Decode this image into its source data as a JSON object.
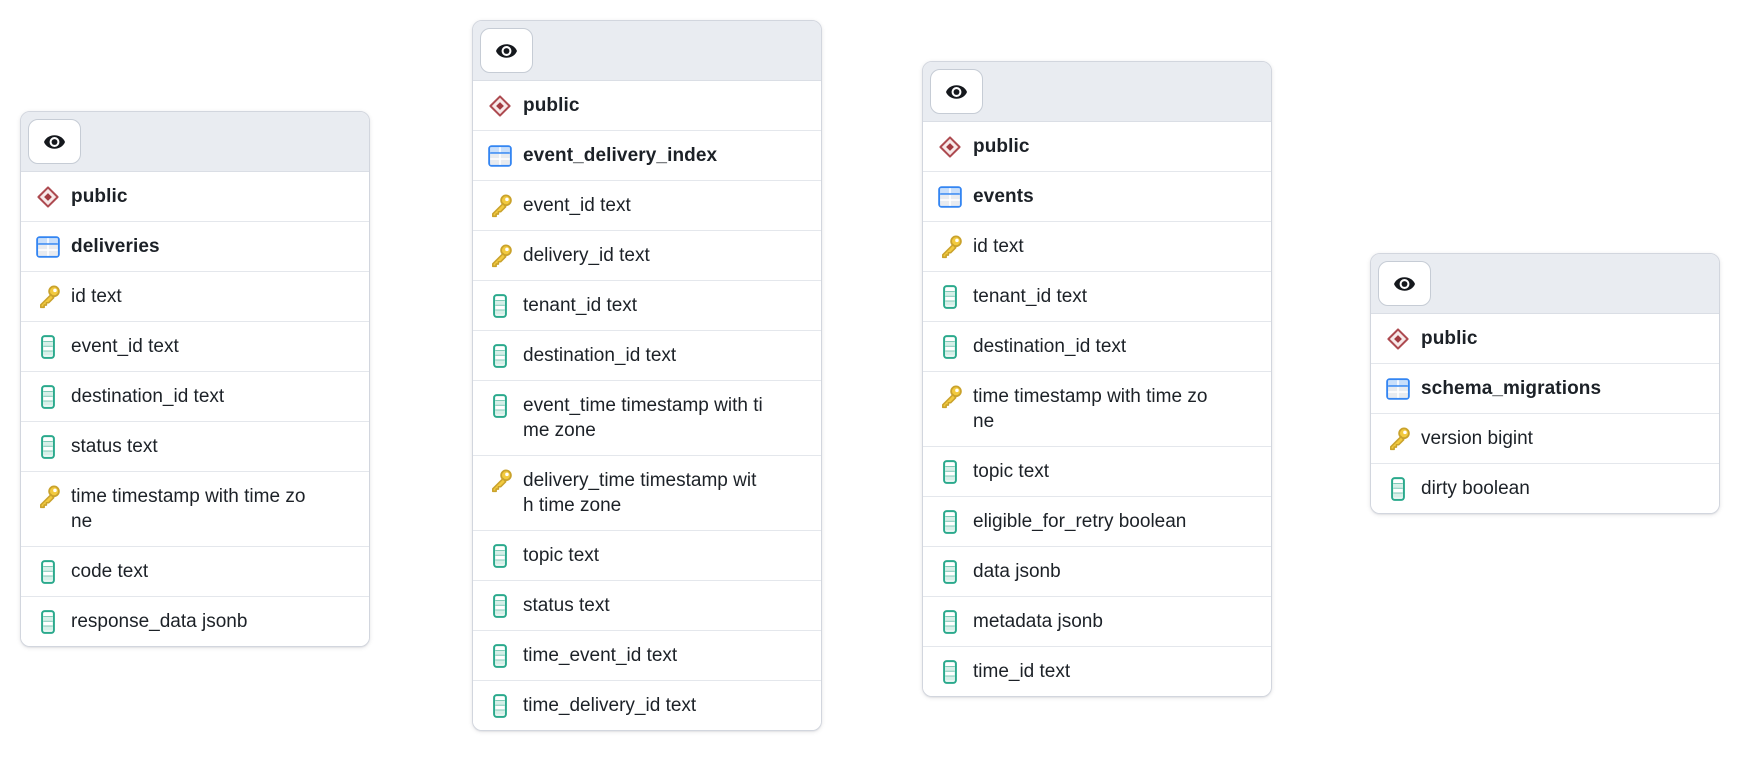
{
  "colors": {
    "header_bg": "#e9ecf1",
    "card_border": "#d2d6de",
    "row_divider": "#e4e7ec",
    "text": "#1c2127",
    "eye_icon_black": "#15181d",
    "schema_icon_red": "#ad4a50",
    "schema_icon_fill": "#a23b41",
    "table_icon_blue": "#3485f2",
    "key_icon_gold": "#f2ca3f",
    "key_icon_outline": "#c9a22c",
    "column_icon_teal": "#2aa98c"
  },
  "icons": {
    "visibility_toggle": "eye-icon",
    "schema": "diamond-icon",
    "table": "table-grid-icon",
    "primary_key": "key-icon",
    "column": "column-icon"
  },
  "tables": [
    {
      "schema": "public",
      "name": "deliveries",
      "columns": [
        {
          "label": "id text",
          "primary_key": true
        },
        {
          "label": "event_id text",
          "primary_key": false
        },
        {
          "label": "destination_id text",
          "primary_key": false
        },
        {
          "label": "status text",
          "primary_key": false
        },
        {
          "label": "time timestamp with time zone",
          "primary_key": true
        },
        {
          "label": "code text",
          "primary_key": false
        },
        {
          "label": "response_data jsonb",
          "primary_key": false
        }
      ]
    },
    {
      "schema": "public",
      "name": "event_delivery_index",
      "columns": [
        {
          "label": "event_id text",
          "primary_key": true
        },
        {
          "label": "delivery_id text",
          "primary_key": true
        },
        {
          "label": "tenant_id text",
          "primary_key": false
        },
        {
          "label": "destination_id text",
          "primary_key": false
        },
        {
          "label": "event_time timestamp with time zone",
          "primary_key": false
        },
        {
          "label": "delivery_time timestamp with time zone",
          "primary_key": true
        },
        {
          "label": "topic text",
          "primary_key": false
        },
        {
          "label": "status text",
          "primary_key": false
        },
        {
          "label": "time_event_id text",
          "primary_key": false
        },
        {
          "label": "time_delivery_id text",
          "primary_key": false
        }
      ]
    },
    {
      "schema": "public",
      "name": "events",
      "columns": [
        {
          "label": "id text",
          "primary_key": true
        },
        {
          "label": "tenant_id text",
          "primary_key": false
        },
        {
          "label": "destination_id text",
          "primary_key": false
        },
        {
          "label": "time timestamp with time zone",
          "primary_key": true
        },
        {
          "label": "topic text",
          "primary_key": false
        },
        {
          "label": "eligible_for_retry boolean",
          "primary_key": false
        },
        {
          "label": "data jsonb",
          "primary_key": false
        },
        {
          "label": "metadata jsonb",
          "primary_key": false
        },
        {
          "label": "time_id text",
          "primary_key": false
        }
      ]
    },
    {
      "schema": "public",
      "name": "schema_migrations",
      "columns": [
        {
          "label": "version bigint",
          "primary_key": true
        },
        {
          "label": "dirty boolean",
          "primary_key": false
        }
      ]
    }
  ]
}
